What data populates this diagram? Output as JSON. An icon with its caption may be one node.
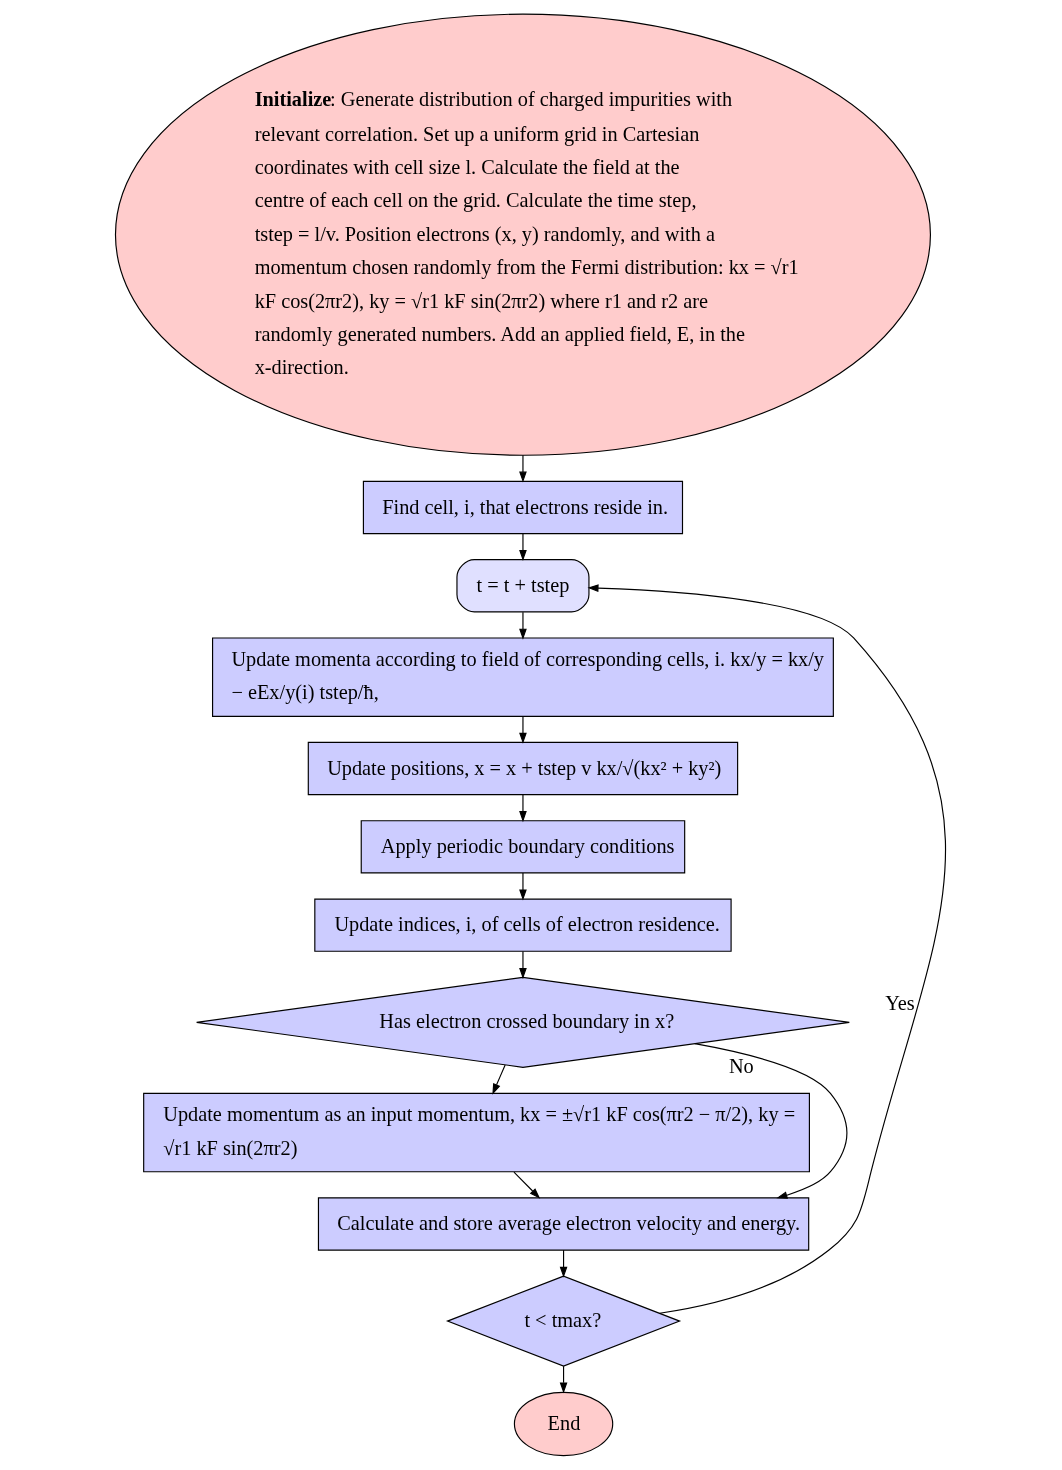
{
  "diagram": {
    "nodes": [
      {
        "text": [
          "**Initialize**: Generate distribution of charged impurities with relevant correlation. Set up a uniform grid in Cartesian coordinates with cell size l. Calculate the field at the centre of each cell on the grid. Calculate the time step, tstep = l/v. Position electrons (x, y) randomly, and with a momentum chosen randomly from the Fermi distribution: kx = √r1 kF cos(2πr2), ky = √r1 kF sin(2πr2) where r1 and r2 are randomly generated numbers. Add an applied field, E, in the x-direction."
        ]
      },
      {
        "text": [
          "Find cell, i, that electrons reside in."
        ]
      },
      {
        "text": [
          "t = t + tstep"
        ]
      },
      {
        "text": [
          "Update momenta according to field of corresponding cells, i. kx/y = kx/y − eEx/y(i) tstep/ħ,"
        ]
      },
      {
        "text": [
          "Update positions, x = x + tstep v kx/√(kx² + ky²)"
        ]
      },
      {
        "text": [
          "Apply periodic boundary conditions"
        ]
      },
      {
        "text": [
          "Update indices, i, of cells of electron residence."
        ]
      },
      {
        "text": [
          "Has electron crossed boundary in x?"
        ]
      },
      {
        "text": [
          "Update momentum as an input momentum, kx = ±√r1 kF cos(πr2 − π/2), ky = √r1 kF sin(2πr2)"
        ]
      },
      {
        "text": [
          "Calculate and store average electron velocity and energy."
        ]
      },
      {
        "text": [
          "t < tmax?"
        ]
      },
      {
        "text": [
          "End"
        ]
      }
    ],
    "edges": [
      {
        "from": 0,
        "to": 1,
        "arrow": "to"
      },
      {
        "from": 1,
        "to": 2,
        "arrow": "to"
      },
      {
        "from": 2,
        "to": 3,
        "arrow": "to"
      },
      {
        "from": 3,
        "to": 4,
        "arrow": "to"
      },
      {
        "from": 4,
        "to": 5,
        "arrow": "to"
      },
      {
        "from": 5,
        "to": 6,
        "arrow": "to"
      },
      {
        "from": 6,
        "to": 7,
        "arrow": "to"
      },
      {
        "from": 7,
        "to": 8,
        "arrow": "to"
      },
      {
        "from": 8,
        "to": 9,
        "arrow": "to"
      },
      {
        "from": 7,
        "to": 9,
        "arrow": "to",
        "label": "No"
      },
      {
        "from": 9,
        "to": 10,
        "arrow": "to"
      },
      {
        "from": 10,
        "to": 2,
        "arrow": "to",
        "label": "Yes"
      },
      {
        "from": 10,
        "to": 11,
        "arrow": "to"
      }
    ]
  }
}
